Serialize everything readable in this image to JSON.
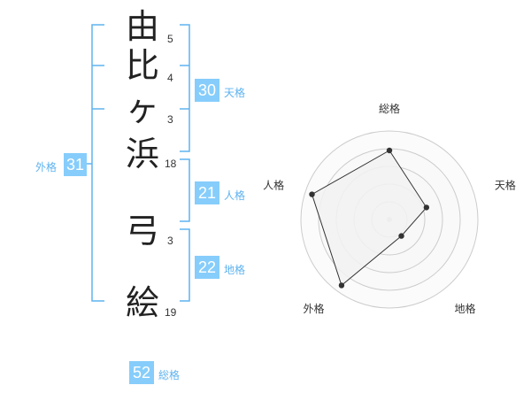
{
  "name": {
    "characters": [
      {
        "char": "由",
        "strokes": "5"
      },
      {
        "char": "比",
        "strokes": "4"
      },
      {
        "char": "ヶ",
        "strokes": "3"
      },
      {
        "char": "浜",
        "strokes": "18"
      },
      {
        "char": "弓",
        "strokes": "3"
      },
      {
        "char": "絵",
        "strokes": "19"
      }
    ]
  },
  "kakusu": {
    "tenkaku": {
      "value": "30",
      "label": "天格"
    },
    "jinkaku": {
      "value": "21",
      "label": "人格"
    },
    "chikaku": {
      "value": "22",
      "label": "地格"
    },
    "gaikaku": {
      "value": "31",
      "label": "外格"
    },
    "soukaku": {
      "value": "52",
      "label": "総格"
    }
  },
  "radar": {
    "axes": [
      "総格",
      "天格",
      "地格",
      "外格",
      "人格"
    ],
    "values": [
      0.78,
      0.44,
      0.23,
      0.92,
      0.92
    ],
    "colors": {
      "fill": "#F2F2F2",
      "stroke": "#333333",
      "rings": "#CCCCCC",
      "ring_fill": "#F7F7F7"
    }
  },
  "colors": {
    "accent": "#86CDFB",
    "bracket": "#5FB3F0"
  }
}
